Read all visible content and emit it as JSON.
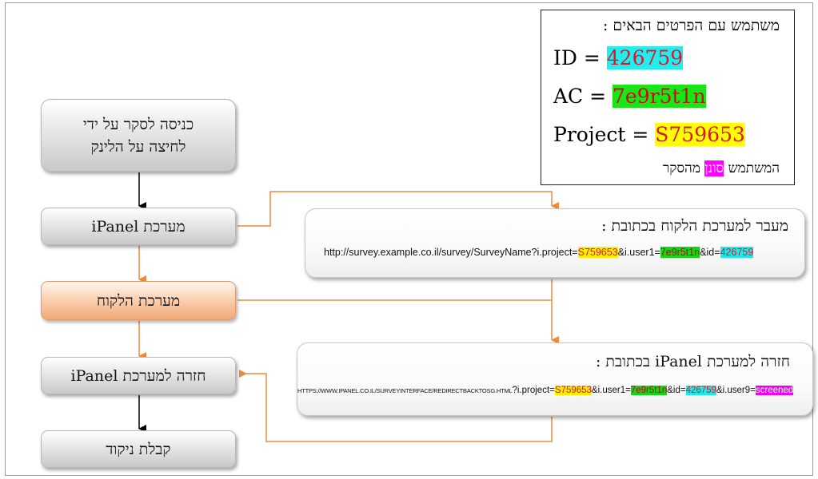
{
  "info_box": {
    "title": "משתמש עם הפרטים הבאים :",
    "id_label": "ID = ",
    "id_value": "426759",
    "ac_label": "AC = ",
    "ac_value": "7e9r5t1n",
    "project_label": "Project = ",
    "project_value": "S759653",
    "screened_before": "המשתמש ",
    "screened_word": "סונן",
    "screened_after": " מהסקר"
  },
  "flow": {
    "enter_line1": "כניסה לסקר על ידי",
    "enter_line2": "לחיצה על הלינק",
    "ipanel_system": "מערכת iPanel",
    "client_system": "מערכת הלקוח",
    "return_ipanel": "חזרה למערכת iPanel",
    "receive_points": "קבלת ניקוד"
  },
  "redirect_to_client": {
    "header": "מעבר למערכת הלקוח בכתובת :",
    "url_prefix": "http://survey.example.co.il/survey/SurveyName?i.project=",
    "project": "S759653",
    "sep1": "&i.user1=",
    "user1": "7e9r5t1n",
    "sep2": "&id=",
    "id": "426759"
  },
  "return_to_ipanel": {
    "header": "חזרה למערכת iPanel בכתובת :",
    "url_prefix_caps": "HTTPS://WWW.IPANEL.CO.IL/SURVEYINTERFACE/REDIRECTBACKTOSG.HTML",
    "url_prefix_tail": "?i.project=",
    "project": "S759653",
    "sep1": "&i.user1=",
    "user1": "7e9r5t1n",
    "sep2": "&id=",
    "id": "426759",
    "sep3": "&i.user9=",
    "user9": "screened"
  },
  "colors": {
    "arrow_orange": "#ee8a3c",
    "arrow_black": "#000000"
  }
}
